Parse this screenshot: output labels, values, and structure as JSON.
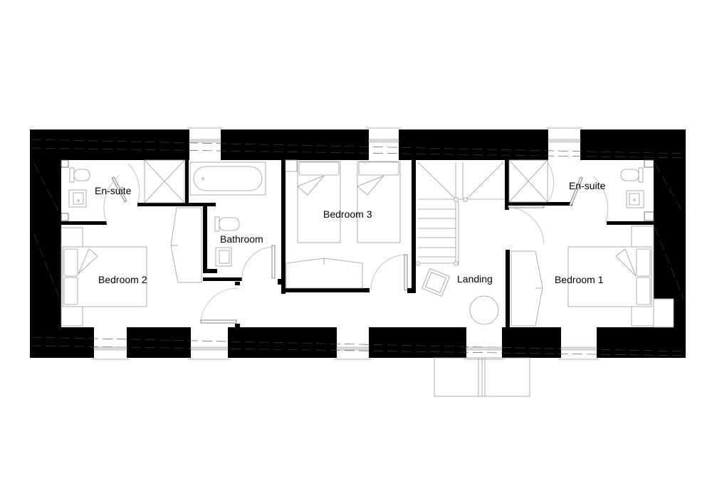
{
  "title": "First Floor Plan",
  "colors": {
    "wall": "#000000",
    "line": "#9a9a9a",
    "background": "#ffffff",
    "glass": "#dcdcdc"
  },
  "rooms": {
    "ensuite_left": "En-suite",
    "bedroom_2": "Bedroom 2",
    "bathroom": "Bathroom",
    "bedroom_3": "Bedroom 3",
    "landing": "Landing",
    "ensuite_right": "En-suite",
    "bedroom_1": "Bedroom 1"
  },
  "fixtures": {
    "toilets": 3,
    "basins": 3,
    "showers": 2,
    "baths": 1,
    "double_beds": 2,
    "single_beds": 2,
    "wardrobes": 3,
    "staircase": 1,
    "armchair": 1,
    "round_table": 1
  }
}
